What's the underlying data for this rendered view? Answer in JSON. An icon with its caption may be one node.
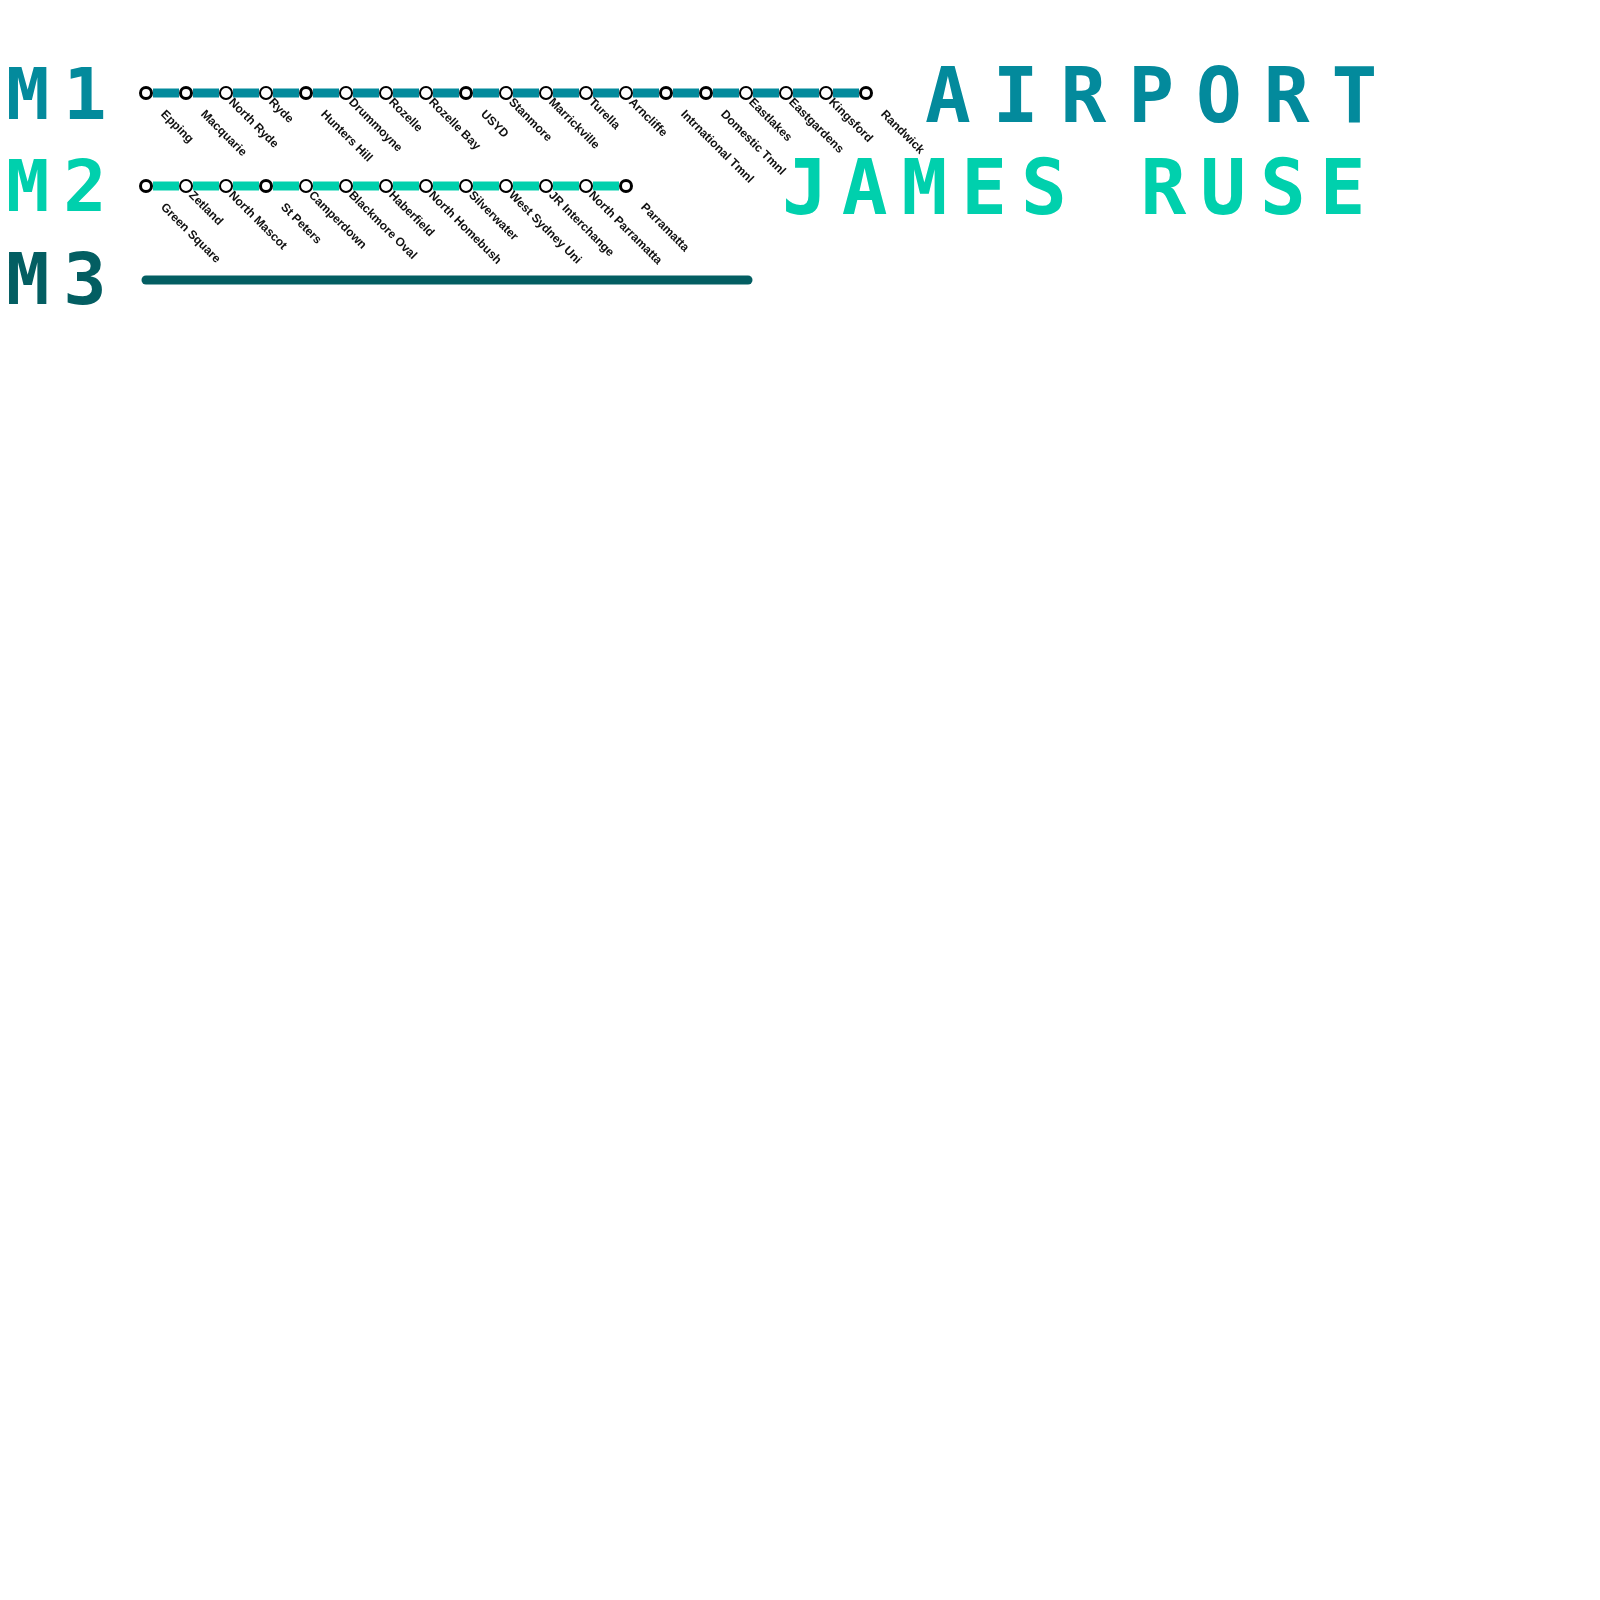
{
  "diagram": {
    "nodes": [
      {
        "text": [
          "Epping"
        ]
      },
      {
        "text": [
          "Macquarie"
        ]
      },
      {
        "text": [
          "North Ryde"
        ]
      },
      {
        "text": [
          "Ryde"
        ]
      },
      {
        "text": [
          "Hunters Hill"
        ]
      },
      {
        "text": [
          "Drummoyne"
        ]
      },
      {
        "text": [
          "Rozelle"
        ]
      },
      {
        "text": [
          "Rozelle Bay"
        ]
      },
      {
        "text": [
          "USYD"
        ]
      },
      {
        "text": [
          "Stanmore"
        ]
      },
      {
        "text": [
          "Marrickville"
        ]
      },
      {
        "text": [
          "Turella"
        ]
      },
      {
        "text": [
          "Arncliffe"
        ]
      },
      {
        "text": [
          "Intrnational Tmnl"
        ]
      },
      {
        "text": [
          "Domestic Tmnl"
        ]
      },
      {
        "text": [
          "Eastlakes"
        ]
      },
      {
        "text": [
          "Eastgardens"
        ]
      },
      {
        "text": [
          "Kingsford"
        ]
      },
      {
        "text": [
          "Randwick"
        ]
      },
      {
        "text": [
          "Green Square"
        ]
      },
      {
        "text": [
          "Zetland"
        ]
      },
      {
        "text": [
          "North Mascot"
        ]
      },
      {
        "text": [
          "St Peters"
        ]
      },
      {
        "text": [
          "Camperdown"
        ]
      },
      {
        "text": [
          "Blackmore Oval"
        ]
      },
      {
        "text": [
          "Haberfield"
        ]
      },
      {
        "text": [
          "North Homebush"
        ]
      },
      {
        "text": [
          "Silverwater"
        ]
      },
      {
        "text": [
          "West Sydney Uni"
        ]
      },
      {
        "text": [
          "JR Interchange"
        ]
      },
      {
        "text": [
          "North Parramatta"
        ]
      },
      {
        "text": [
          "Parramatta"
        ]
      }
    ],
    "edges": [
      {
        "from": 0,
        "to": 1,
        "arrow": "none"
      },
      {
        "from": 1,
        "to": 2,
        "arrow": "none"
      },
      {
        "from": 2,
        "to": 3,
        "arrow": "none"
      },
      {
        "from": 3,
        "to": 4,
        "arrow": "none"
      },
      {
        "from": 4,
        "to": 5,
        "arrow": "none"
      },
      {
        "from": 5,
        "to": 6,
        "arrow": "none"
      },
      {
        "from": 6,
        "to": 7,
        "arrow": "none"
      },
      {
        "from": 7,
        "to": 8,
        "arrow": "none"
      },
      {
        "from": 8,
        "to": 9,
        "arrow": "none"
      },
      {
        "from": 9,
        "to": 10,
        "arrow": "none"
      },
      {
        "from": 10,
        "to": 11,
        "arrow": "none"
      },
      {
        "from": 11,
        "to": 12,
        "arrow": "none"
      },
      {
        "from": 12,
        "to": 13,
        "arrow": "none"
      },
      {
        "from": 13,
        "to": 14,
        "arrow": "none"
      },
      {
        "from": 14,
        "to": 15,
        "arrow": "none"
      },
      {
        "from": 15,
        "to": 16,
        "arrow": "none"
      },
      {
        "from": 16,
        "to": 17,
        "arrow": "none"
      },
      {
        "from": 17,
        "to": 18,
        "arrow": "none"
      },
      {
        "from": 19,
        "to": 20,
        "arrow": "none",
        "color": "#00d0ad"
      },
      {
        "from": 20,
        "to": 21,
        "arrow": "none",
        "color": "#00d0ad"
      },
      {
        "from": 21,
        "to": 22,
        "arrow": "none",
        "color": "#00d0ad"
      },
      {
        "from": 22,
        "to": 23,
        "arrow": "none",
        "color": "#00d0ad"
      },
      {
        "from": 23,
        "to": 24,
        "arrow": "none",
        "color": "#00d0ad"
      },
      {
        "from": 24,
        "to": 25,
        "arrow": "none",
        "color": "#00d0ad"
      },
      {
        "from": 25,
        "to": 26,
        "arrow": "none",
        "color": "#00d0ad"
      },
      {
        "from": 26,
        "to": 27,
        "arrow": "none",
        "color": "#00d0ad"
      },
      {
        "from": 27,
        "to": 28,
        "arrow": "none",
        "color": "#00d0ad"
      },
      {
        "from": 28,
        "to": 29,
        "arrow": "none",
        "color": "#00d0ad"
      },
      {
        "from": 29,
        "to": 30,
        "arrow": "none",
        "color": "#00d0ad"
      },
      {
        "from": 30,
        "to": 31,
        "arrow": "none",
        "color": "#00d0ad"
      }
    ],
    "labels": [
      "M1",
      "AIRPORT",
      "M2",
      "JAMES RUSE",
      "M3"
    ]
  }
}
